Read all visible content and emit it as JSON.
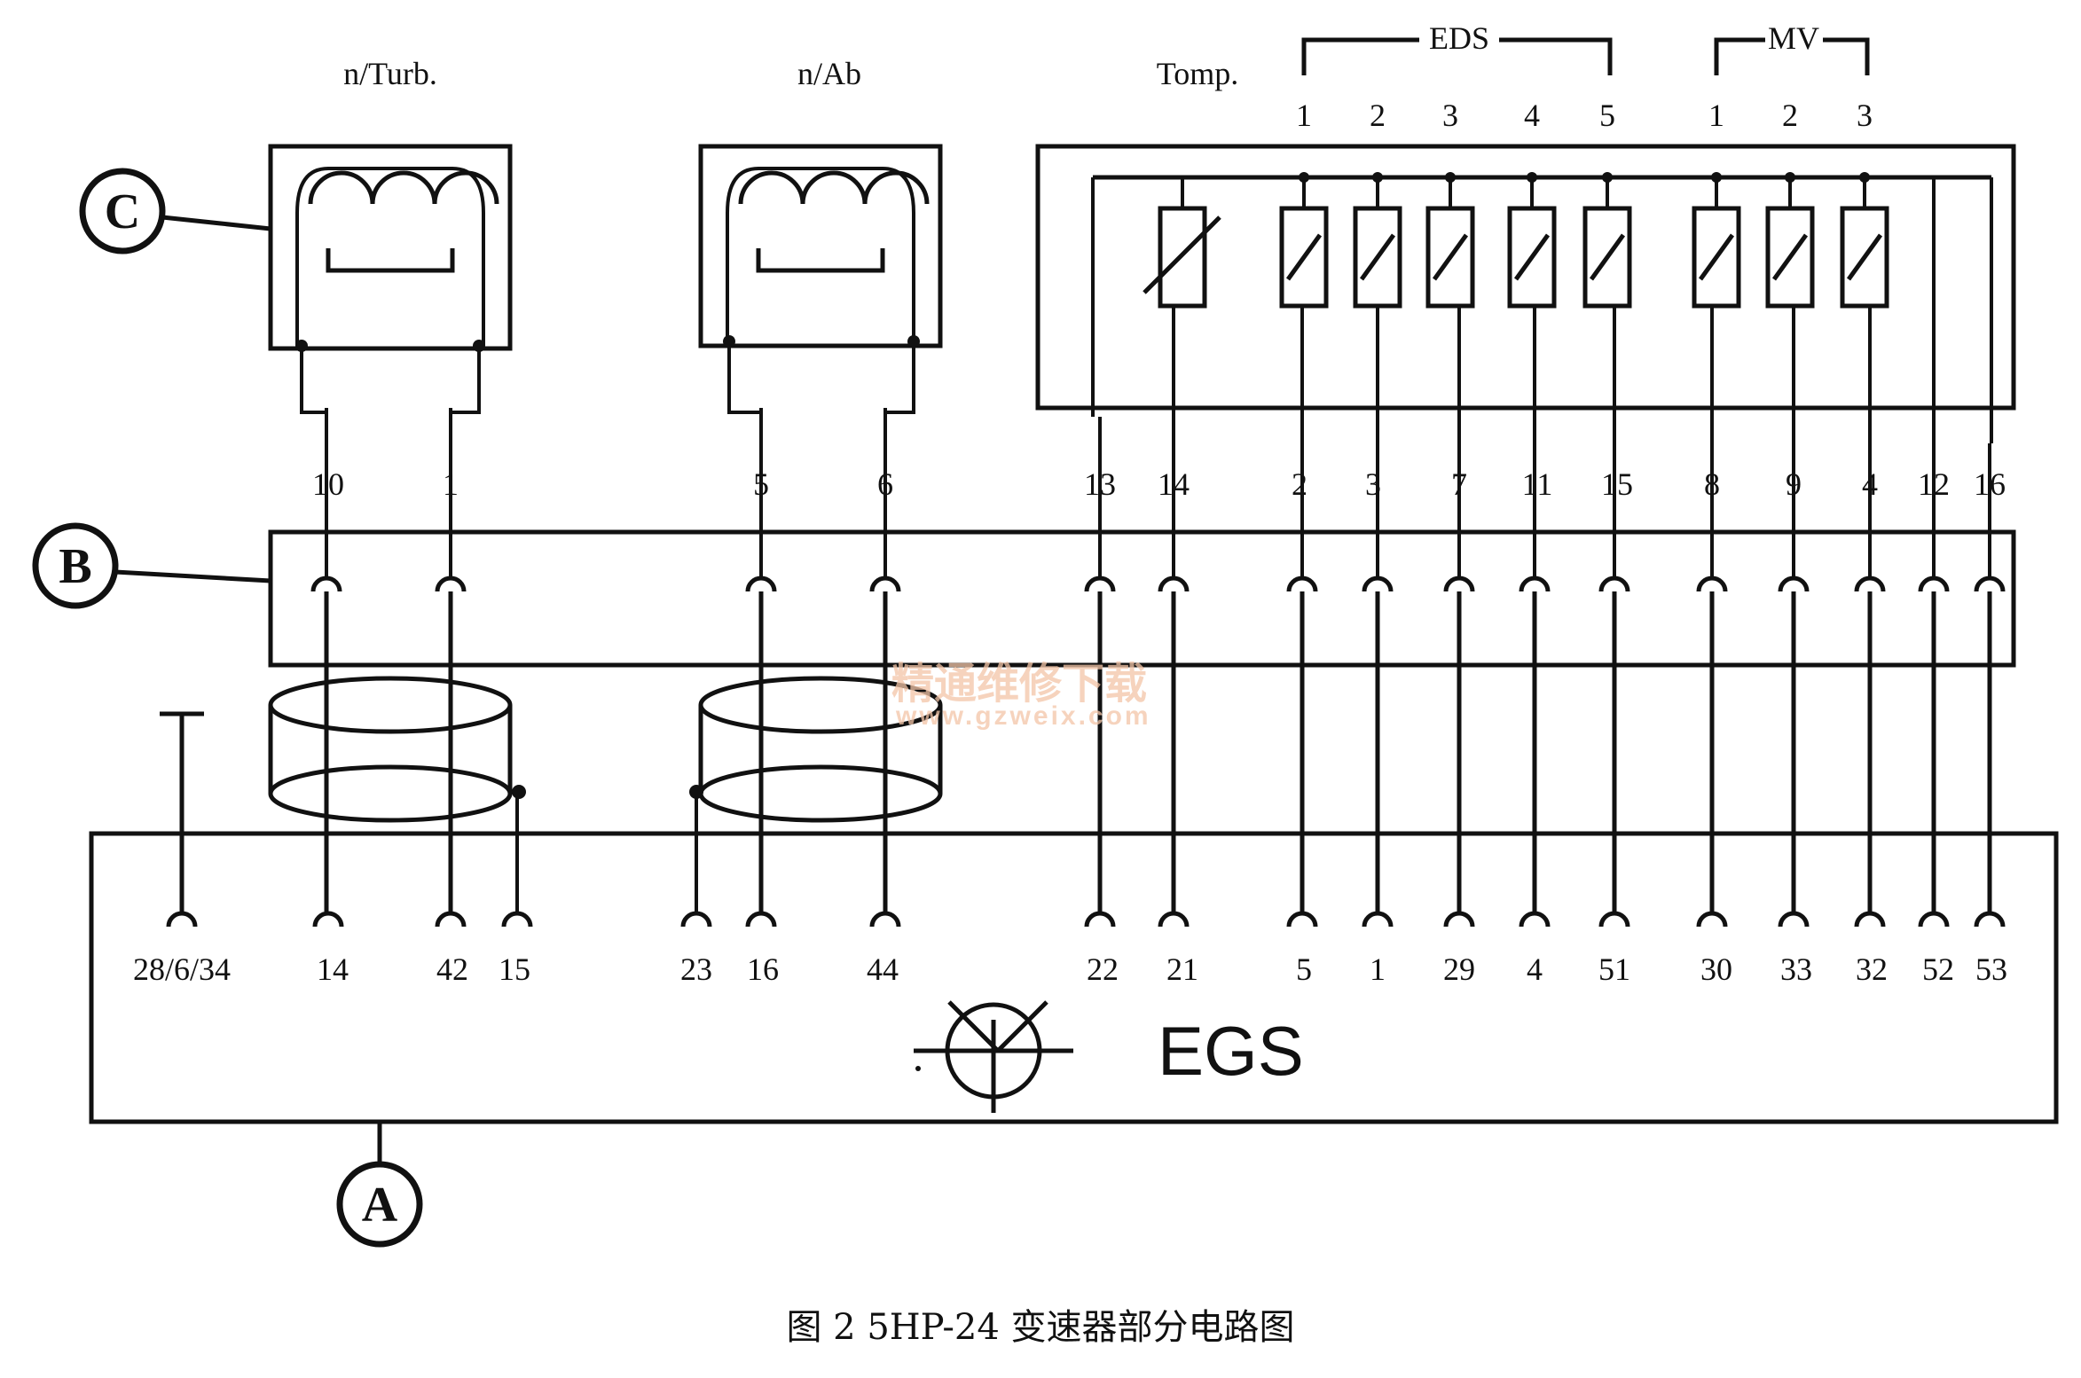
{
  "labels": {
    "n_turb": "n/Turb.",
    "n_ab": "n/Ab",
    "temp": "Tomp.",
    "eds": "EDS",
    "mv": "MV",
    "circle_a": "A",
    "circle_b": "B",
    "circle_c": "C",
    "egs": "EGS",
    "watermark_cn": "精通维修下载",
    "watermark_url": "www.gzweix.com"
  },
  "caption": "图 2   5HP-24 变速器部分电路图",
  "eds_numbers": [
    "1",
    "2",
    "3",
    "4",
    "5"
  ],
  "mv_numbers": [
    "1",
    "2",
    "3"
  ],
  "harness_pins": [
    "10",
    "1",
    "5",
    "6",
    "13",
    "14",
    "2",
    "3",
    "7",
    "11",
    "15",
    "8",
    "9",
    "4",
    "12",
    "16"
  ],
  "egs_pins": [
    "28/6/34",
    "14",
    "42",
    "15",
    "23",
    "16",
    "44",
    "22",
    "21",
    "5",
    "1",
    "29",
    "4",
    "51",
    "30",
    "33",
    "32",
    "52",
    "53"
  ]
}
